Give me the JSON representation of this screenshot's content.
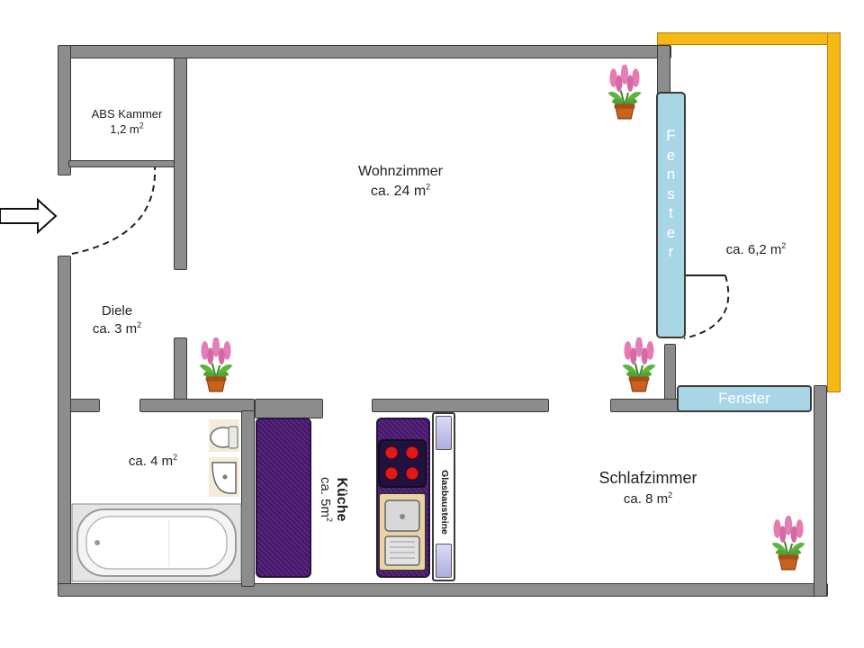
{
  "rooms": {
    "abs_kammer": {
      "name": "ABS Kammer",
      "area": "1,2 m",
      "sup": "2"
    },
    "wohnzimmer": {
      "name": "Wohnzimmer",
      "area": "ca. 24 m",
      "sup": "2"
    },
    "diele": {
      "name": "Diele",
      "area": "ca. 3 m",
      "sup": "2"
    },
    "bad": {
      "area": "ca. 4 m",
      "sup": "2"
    },
    "kueche": {
      "name": "Küche",
      "area": "ca. 5m",
      "sup": "2"
    },
    "schlafzimmer": {
      "name": "Schlafzimmer",
      "area": "ca. 8 m",
      "sup": "2"
    },
    "balkon": {
      "area": "ca. 6,2 m",
      "sup": "2"
    }
  },
  "windows": {
    "vertical": {
      "label": "F\ne\nn\ns\nt\ne\nr"
    },
    "horizontal": {
      "label": "Fenster"
    }
  },
  "kitchen": {
    "glass_label": "Glasbausteine"
  },
  "colors": {
    "wall": "#8c8c8c",
    "balcony_rail": "#f5b814",
    "window": "#a9d6e6",
    "counter": "#4a1872",
    "hob_burner": "#e01818"
  },
  "icons": [
    "entrance-arrow-icon",
    "plant-icon",
    "bathtub-icon",
    "toilet-icon",
    "washbasin-icon",
    "hob-icon",
    "sink-icon"
  ]
}
